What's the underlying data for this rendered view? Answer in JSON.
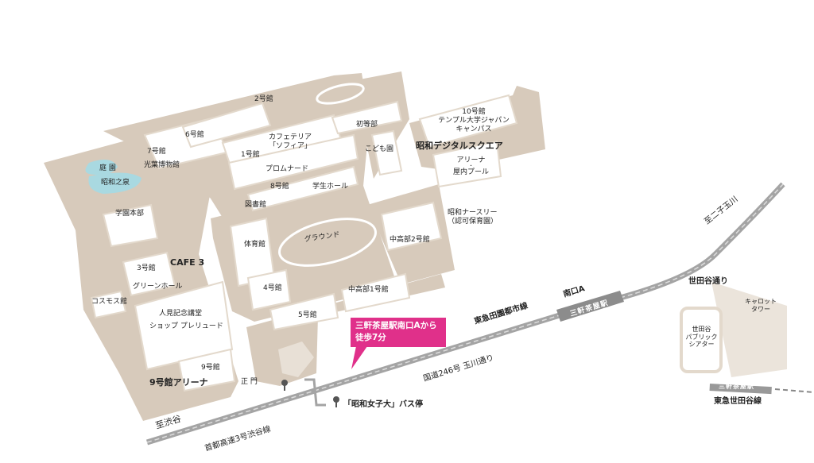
{
  "map": {
    "colors": {
      "campus": "#d7cabb",
      "building": "#ffffff",
      "shade": "#e8e0d6",
      "pond": "#a9d9e1",
      "rail": "#a4a4a4",
      "callout": "#e0308a"
    },
    "buildings": {
      "b2": "2号館",
      "b6": "6号館",
      "b7": "7号館",
      "museum": "光葉博物館",
      "garden": "庭 園",
      "spring": "昭和之泉",
      "cafeteria1": "カフェテリア",
      "cafeteria2": "「ソフィア」",
      "b1": "1号館",
      "promenade": "プロムナード",
      "b8": "8号館",
      "student_hall": "学生ホール",
      "library": "図書館",
      "elementary": "初等部",
      "kodomoen": "こども園",
      "admin": "学園本部",
      "gym": "体育館",
      "ground": "グラウンド",
      "b10": "10号館",
      "temple1": "テンプル大学ジャパン",
      "temple2": "キャンパス",
      "digital": "昭和デジタルスクエア",
      "arena1": "アリーナ",
      "arena_dot": "・",
      "arena2": "屋内プール",
      "nursery1": "昭和ナースリー",
      "nursery2": "（認可保育園）",
      "hs2": "中高部2号館",
      "hs1": "中高部1号館",
      "cafe3": "CAFE 3",
      "b3": "3号館",
      "green": "グリーンホール",
      "cosmos": "コスモス館",
      "b4": "4号館",
      "b5": "5号館",
      "hitomi": "人見記念講堂",
      "shop": "ショップ プレリュード",
      "b9": "9号館",
      "arena9": "9号館アリーナ",
      "gate": "正 門"
    },
    "callout": {
      "line1": "三軒茶屋駅南口Aから",
      "line2": "徒歩7分"
    },
    "transit": {
      "bus_stop": "「昭和女子大」バス停",
      "to_shibuya": "至渋谷",
      "expressway": "首都高速3号渋谷線",
      "route246": "国道246号 玉川通り",
      "denentoshi": "東急田園都市線",
      "south_exit": "南口A",
      "station": "三軒茶屋駅",
      "to_futako": "至二子玉川",
      "setagaya_dori": "世田谷通り",
      "carrot1": "キャロット",
      "carrot2": "タワー",
      "theatre1": "世田谷",
      "theatre2": "パブリック",
      "theatre3": "シアター",
      "station2": "三軒茶屋駅",
      "setagaya_line": "東急世田谷線"
    }
  }
}
